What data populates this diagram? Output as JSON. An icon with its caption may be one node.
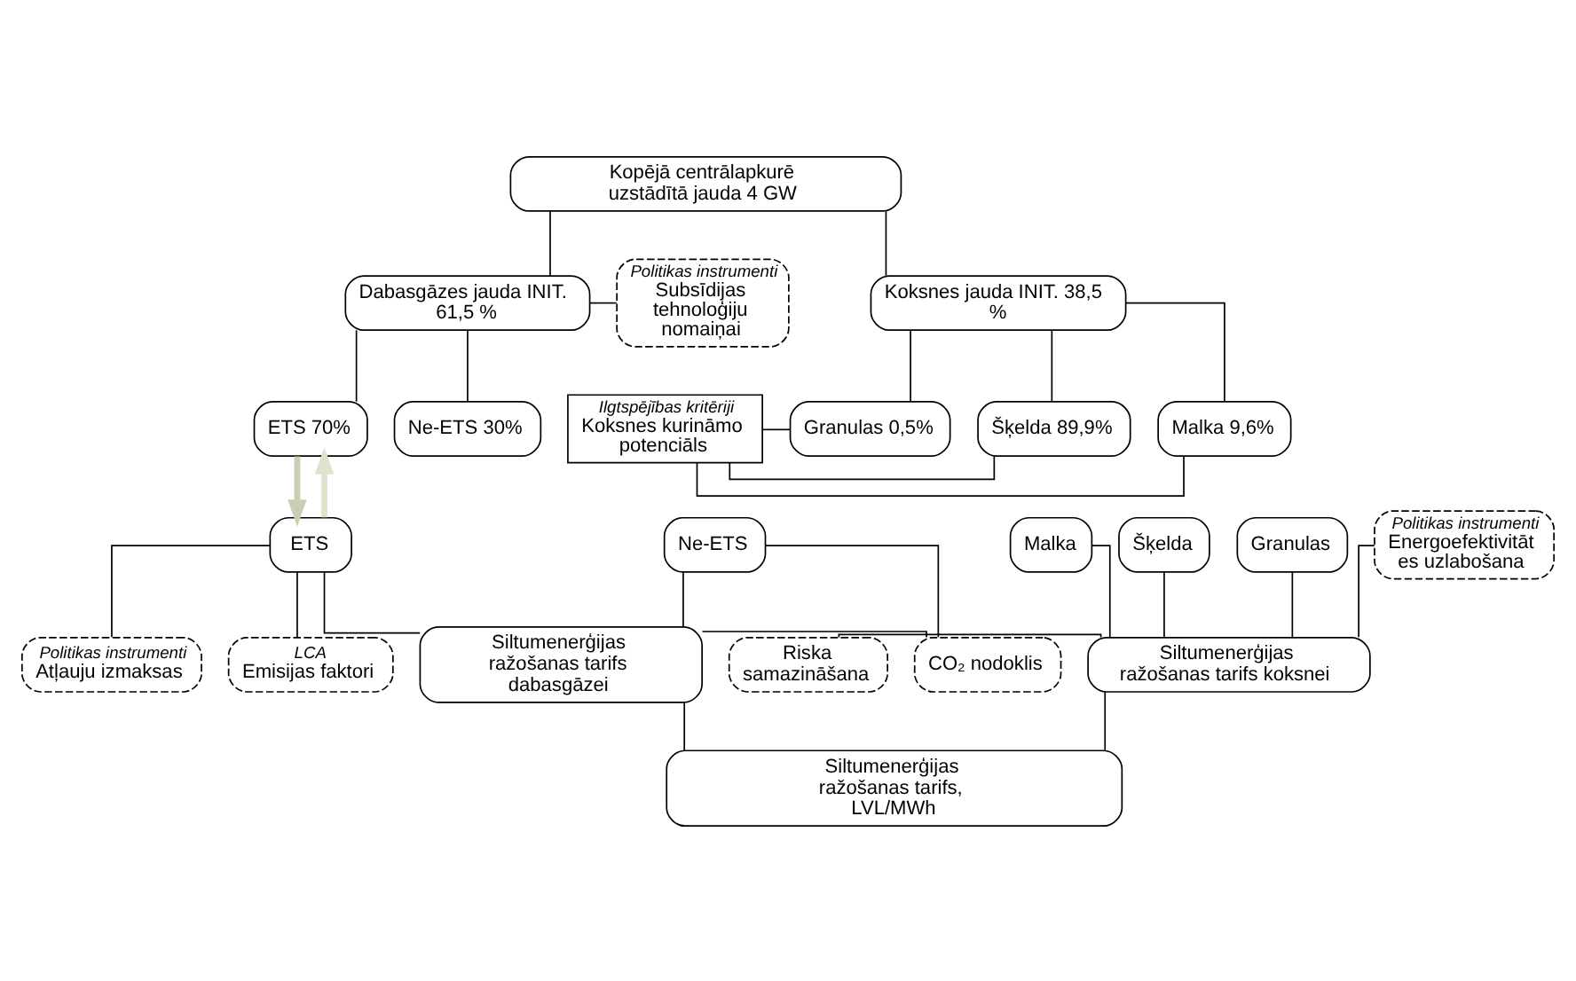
{
  "diagram": {
    "nodes": [
      {
        "text": [
          "Kopējā centrālapkurē uzstādītā jauda 4 GW"
        ]
      },
      {
        "text": [
          "Koksnes jauda INIT. 38,5 %"
        ]
      },
      {
        "text": [
          "Dabasgāzes jauda INIT. 61,5 %"
        ]
      },
      {
        "text": [
          "Politikas instrumenti",
          "Subsīdijas tehnoloģiju nomaiņai"
        ]
      },
      {
        "text": [
          "Ilgtspējības kritēriji",
          "Koksnes kurināmo potenciāls"
        ]
      },
      {
        "text": [
          "Malka 9,6%"
        ]
      },
      {
        "text": [
          "Šķelda 89,9%"
        ]
      },
      {
        "text": [
          "Granulas 0,5%"
        ]
      },
      {
        "text": [
          "ETS 70%"
        ]
      },
      {
        "text": [
          "Ne-ETS 30%"
        ]
      },
      {
        "text": [
          "Politikas instrumenti",
          "Atļauju izmaksas"
        ]
      },
      {
        "text": [
          "LCA",
          "Emisijas faktori"
        ]
      },
      {
        "text": [
          "Malka"
        ]
      },
      {
        "text": [
          "Šķelda"
        ]
      },
      {
        "text": [
          "Granulas"
        ]
      },
      {
        "text": [
          "ETS"
        ]
      },
      {
        "text": [
          "Ne-ETS"
        ]
      },
      {
        "text": [
          "Politikas instrumenti",
          "Energoefektivitāt es uzlabošana"
        ]
      },
      {
        "text": [
          "CO₂ nodoklis"
        ]
      },
      {
        "text": [
          "Siltumenerģijas ražošanas tarifs koksnei"
        ]
      },
      {
        "text": [
          "Siltumenerģijas ražošanas tarifs dabasgāzei"
        ]
      },
      {
        "text": [
          "Riska samazināšana"
        ]
      },
      {
        "text": [
          "Siltumenerģijas ražošanas tarifs, LVL/MWh"
        ]
      }
    ],
    "edges": [
      {
        "from": 0,
        "to": 1,
        "arrow": "none"
      },
      {
        "from": 0,
        "to": 2,
        "arrow": "none"
      },
      {
        "from": 2,
        "to": 3,
        "arrow": "none"
      },
      {
        "from": 1,
        "to": 5,
        "arrow": "none"
      },
      {
        "from": 1,
        "to": 6,
        "arrow": "none"
      },
      {
        "from": 1,
        "to": 7,
        "arrow": "none"
      },
      {
        "from": 2,
        "to": 8,
        "arrow": "none"
      },
      {
        "from": 2,
        "to": 9,
        "arrow": "none"
      },
      {
        "from": 4,
        "to": 5,
        "arrow": "none"
      },
      {
        "from": 4,
        "to": 6,
        "arrow": "none"
      },
      {
        "from": 4,
        "to": 7,
        "arrow": "none"
      },
      {
        "from": 15,
        "to": 8,
        "arrow": "to",
        "style": "thick",
        "color": "#dde3cc"
      },
      {
        "from": 8,
        "to": 15,
        "arrow": "to",
        "style": "thick",
        "color": "#c8cfb4"
      },
      {
        "from": 15,
        "to": 11,
        "arrow": "none"
      },
      {
        "from": 15,
        "to": 10,
        "arrow": "none"
      },
      {
        "from": 12,
        "to": 19,
        "arrow": "none"
      },
      {
        "from": 13,
        "to": 19,
        "arrow": "none"
      },
      {
        "from": 14,
        "to": 19,
        "arrow": "none"
      },
      {
        "from": 17,
        "to": 19,
        "arrow": "none"
      },
      {
        "from": 21,
        "to": 19,
        "arrow": "none"
      },
      {
        "from": 15,
        "to": 20,
        "arrow": "none"
      },
      {
        "from": 16,
        "to": 20,
        "arrow": "none"
      },
      {
        "from": 16,
        "to": 18,
        "arrow": "none"
      },
      {
        "from": 20,
        "to": 18,
        "arrow": "none"
      },
      {
        "from": 19,
        "to": 22,
        "arrow": "none"
      },
      {
        "from": 20,
        "to": 22,
        "arrow": "none"
      }
    ]
  }
}
